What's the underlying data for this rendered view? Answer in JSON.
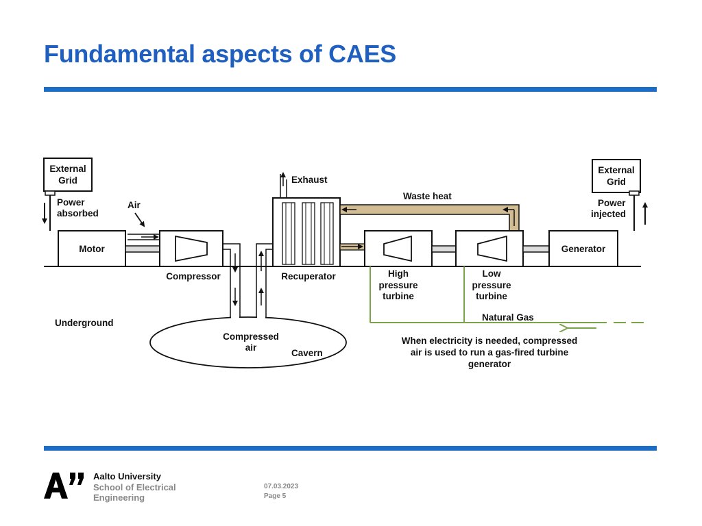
{
  "slide": {
    "title": "Fundamental aspects of CAES"
  },
  "diagram": {
    "labels": {
      "grid_left_line1": "External",
      "grid_left_line2": "Grid",
      "power_absorbed_line1": "Power",
      "power_absorbed_line2": "absorbed",
      "air": "Air",
      "motor": "Motor",
      "compressor": "Compressor",
      "exhaust": "Exhaust",
      "recuperator": "Recuperator",
      "waste_heat": "Waste heat",
      "hp_turbine_line1": "High",
      "hp_turbine_line2": "pressure",
      "hp_turbine_line3": "turbine",
      "lp_turbine_line1": "Low",
      "lp_turbine_line2": "pressure",
      "lp_turbine_line3": "turbine",
      "generator": "Generator",
      "grid_right_line1": "External",
      "grid_right_line2": "Grid",
      "power_injected_line1": "Power",
      "power_injected_line2": "injected",
      "underground": "Underground",
      "compressed_air_line1": "Compressed",
      "compressed_air_line2": "air",
      "cavern": "Cavern",
      "natural_gas": "Natural Gas",
      "note_line1": "When electricity is needed, compressed",
      "note_line2": "air is used to run a gas-fired turbine",
      "note_line3": "generator"
    },
    "colors": {
      "waste_heat_duct": "#d2bc94",
      "natural_gas_line": "#7aa34a"
    }
  },
  "footer": {
    "logo_text": "A”",
    "university": "Aalto University",
    "school_line1": "School of Electrical",
    "school_line2": "Engineering",
    "date": "07.03.2023",
    "page": "Page 5"
  },
  "colors": {
    "title": "#1f5fbf",
    "rule": "#1c6dc6"
  }
}
